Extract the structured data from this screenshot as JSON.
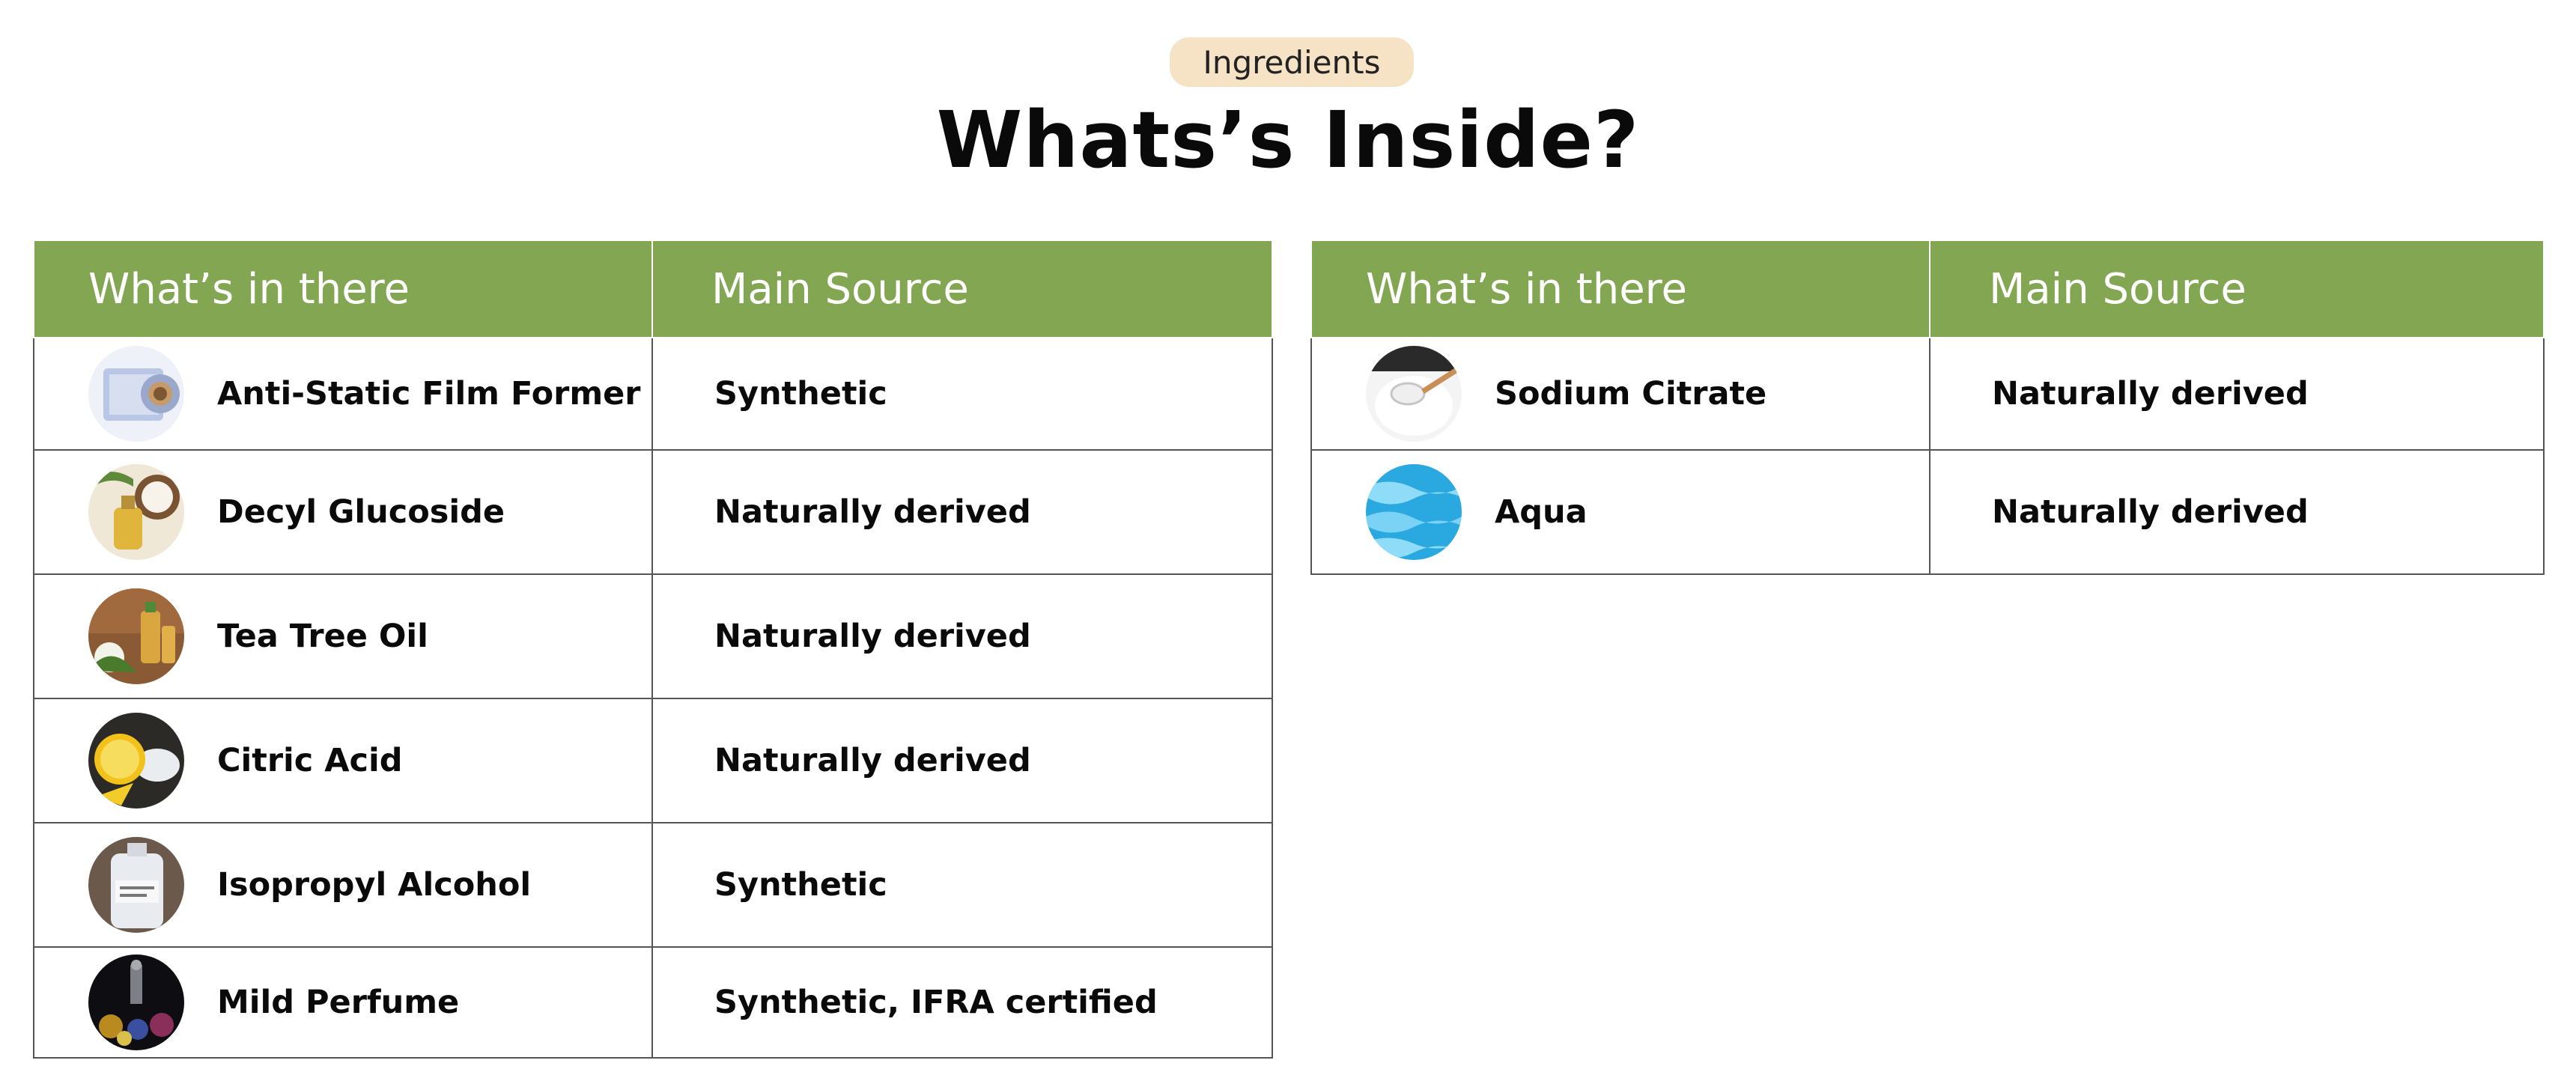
{
  "header": {
    "badge": "Ingredients",
    "title": "Whats’s Inside?"
  },
  "colors": {
    "green": "#83a653",
    "badge": "#f6e2c4"
  },
  "left_table": {
    "col1": "What’s in there",
    "col2": "Main Source",
    "rows": [
      {
        "name": "Anti-Static Film Former",
        "source": "Synthetic",
        "icon": "film-roll-icon"
      },
      {
        "name": "Decyl Glucoside",
        "source": "Naturally derived",
        "icon": "coconut-oil-icon"
      },
      {
        "name": "Tea Tree Oil",
        "source": "Naturally derived",
        "icon": "tea-tree-oil-icon"
      },
      {
        "name": "Citric Acid",
        "source": "Naturally derived",
        "icon": "lemon-icon"
      },
      {
        "name": "Isopropyl Alcohol",
        "source": "Synthetic",
        "icon": "alcohol-bottle-icon"
      },
      {
        "name": "Mild Perfume",
        "source": "Synthetic, IFRA certified",
        "icon": "perfume-flowers-icon"
      }
    ]
  },
  "right_table": {
    "col1": "What’s in there",
    "col2": "Main Source",
    "rows": [
      {
        "name": "Sodium Citrate",
        "source": "Naturally derived",
        "icon": "salt-spoon-icon"
      },
      {
        "name": "Aqua",
        "source": "Naturally derived",
        "icon": "water-icon"
      }
    ]
  }
}
